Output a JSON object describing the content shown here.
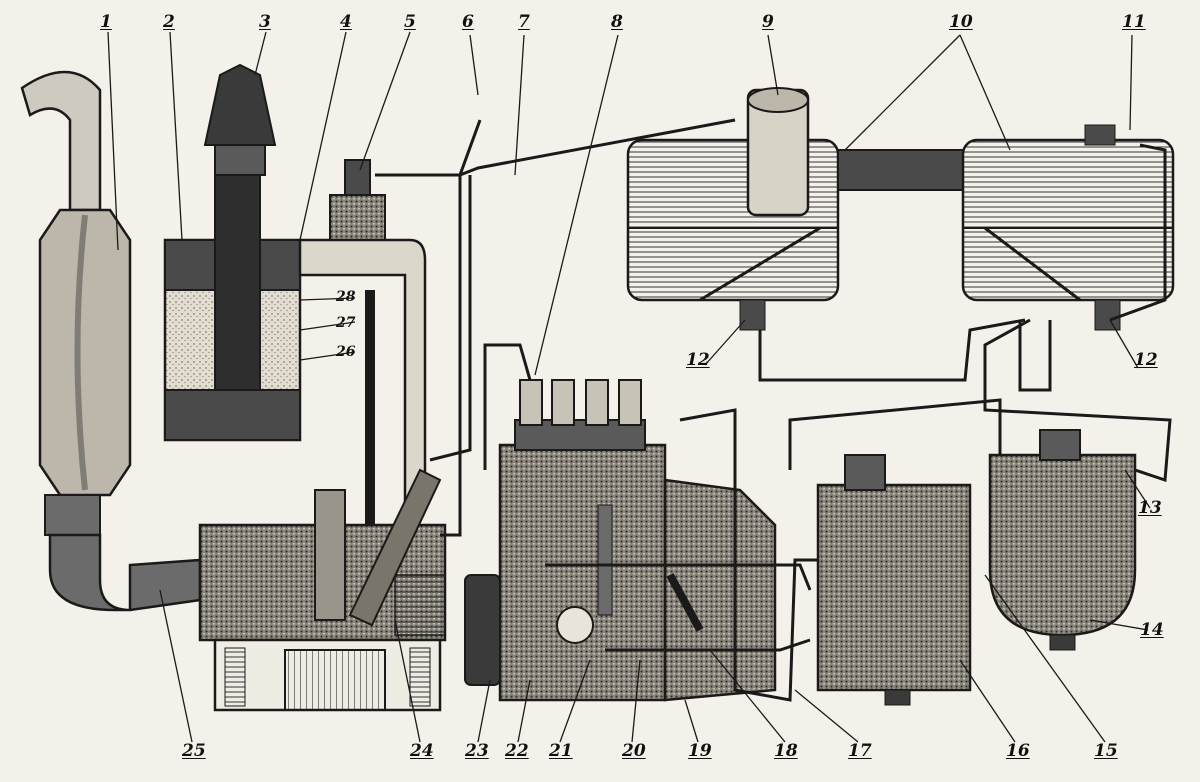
{
  "callouts": {
    "c1": "1",
    "c2": "2",
    "c3": "3",
    "c4": "4",
    "c5": "5",
    "c6": "6",
    "c7": "7",
    "c8": "8",
    "c9": "9",
    "c10": "10",
    "c11": "11",
    "c12a": "12",
    "c12b": "12",
    "c13": "13",
    "c14": "14",
    "c15": "15",
    "c16": "16",
    "c17": "17",
    "c18": "18",
    "c19": "19",
    "c20": "20",
    "c21": "21",
    "c22": "22",
    "c23": "23",
    "c24": "24",
    "c25": "25",
    "c26": "26",
    "c27": "27",
    "c28": "28"
  },
  "colors": {
    "ink": "#1a1a1a",
    "paper": "#f4f1ea",
    "shade": "#6b6b6b",
    "dark": "#2e2e2e",
    "light": "#cfcac0"
  }
}
